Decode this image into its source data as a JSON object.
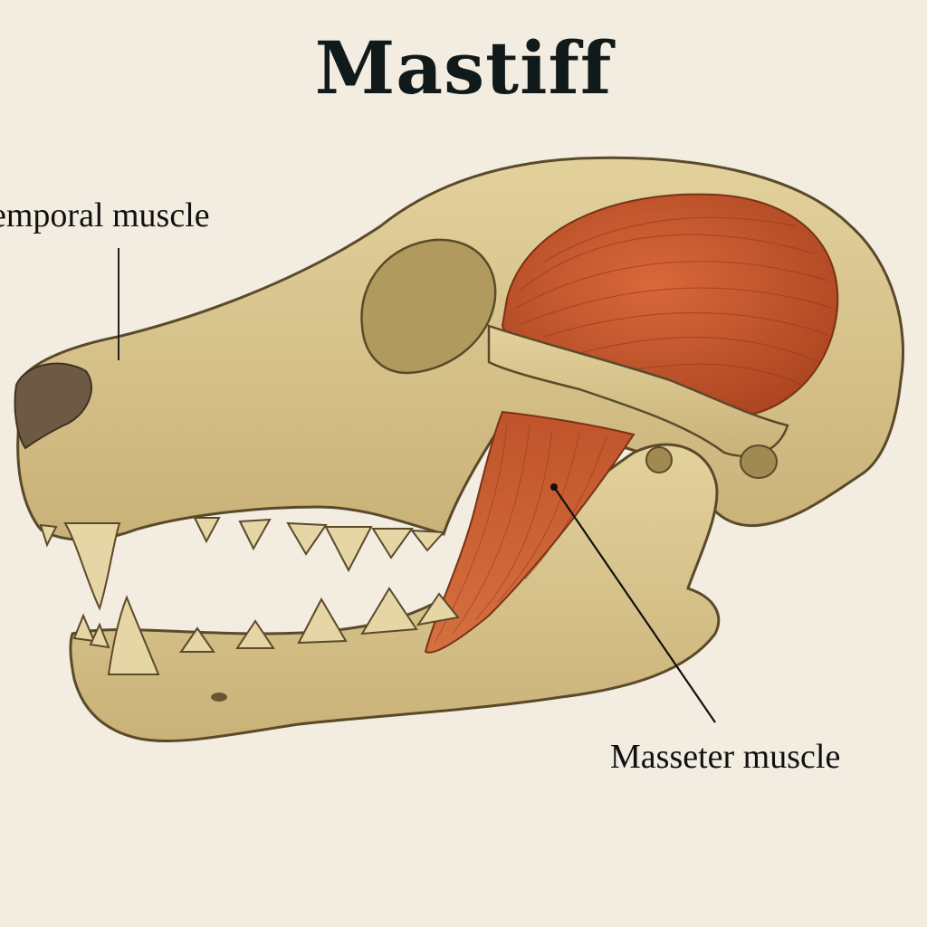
{
  "title": "Mastiff",
  "labels": {
    "temporal": "emporal muscle",
    "masseter": "Masseter muscle"
  },
  "colors": {
    "background": "#f3ece1",
    "bone": "#d9c48c",
    "bone_shadow": "#b9a36a",
    "bone_outline": "#5a4a2a",
    "muscle": "#c8582e",
    "muscle_dark": "#a23f1e",
    "nose": "#6e5a44"
  }
}
